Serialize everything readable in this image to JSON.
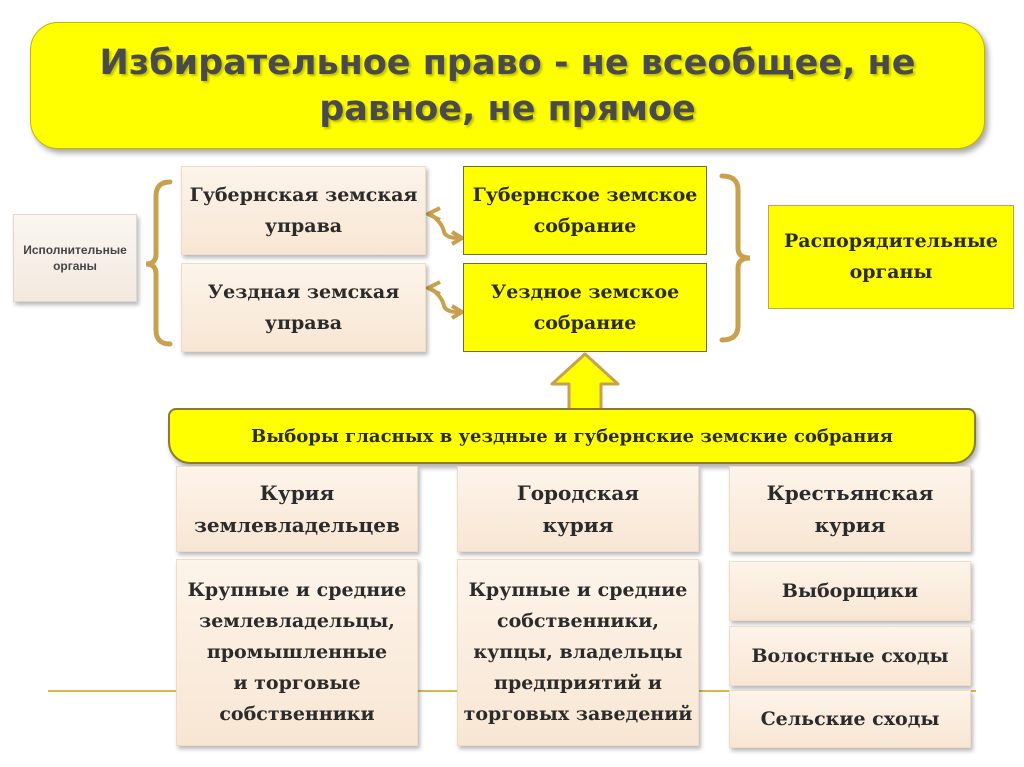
{
  "title": {
    "line1": "Избирательное право - не всеобщее, не",
    "line2": "равное, не прямое"
  },
  "executive": {
    "label_line1": "Исполнительные",
    "label_line2": "органы",
    "gubernskaya_uprava": [
      "Губернская земская",
      "управа"
    ],
    "uezdnaya_uprava": [
      "Уездная земская",
      "управа"
    ]
  },
  "administrative": {
    "gubernskoe_sobranie": [
      "Губернское земское",
      "собрание"
    ],
    "uezdnoe_sobranie": [
      "Уездное земское",
      "собрание"
    ],
    "label": [
      "Распорядительные",
      "органы"
    ]
  },
  "elections": {
    "label": "Выборы гласных  в уездные и губернские земские собрания"
  },
  "curiae": {
    "landowners": {
      "title": [
        "Курия",
        "землевладельцев"
      ],
      "members": [
        "Крупные и средние",
        "землевладельцы,",
        "промышленные",
        "и торговые",
        "собственники"
      ]
    },
    "city": {
      "title": [
        "Городская",
        "курия"
      ],
      "members": [
        "Крупные и средние",
        "собственники,",
        "купцы, владельцы",
        "предприятий и",
        "торговых заведений"
      ]
    },
    "peasant": {
      "title": [
        "Крестьянская",
        "курия"
      ],
      "levels": [
        "Выборщики",
        "Волостные сходы",
        "Сельские сходы"
      ]
    }
  },
  "colors": {
    "yellow": "#ffff00",
    "beige": "#f8e6d3",
    "bracket": "#c9a04d",
    "arrow_fill": "#ffff00"
  }
}
